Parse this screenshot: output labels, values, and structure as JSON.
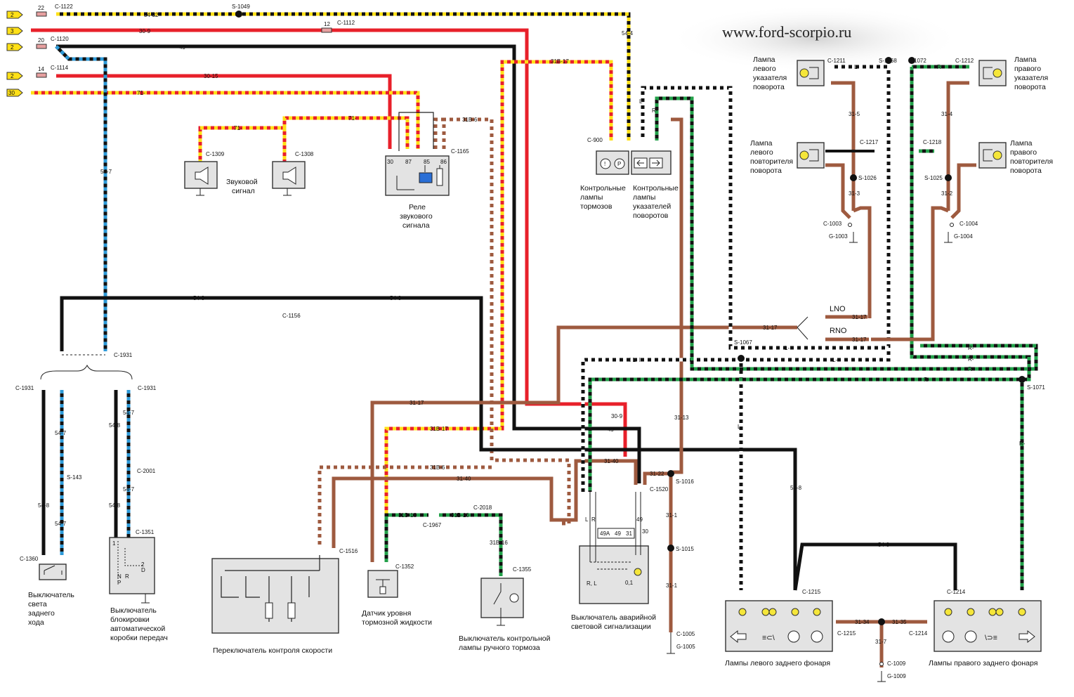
{
  "website": "www.ford-scorpio.ru",
  "fuses": [
    {
      "box": "2",
      "fuse": "22",
      "connector": "C-1122",
      "wire": "54-32"
    },
    {
      "box": "3",
      "fuse": "",
      "connector": "",
      "wire": "30-9"
    },
    {
      "box": "2",
      "fuse": "20",
      "connector": "C-1120",
      "wire": "49-"
    },
    {
      "box": "2",
      "fuse": "14",
      "connector": "C-1114",
      "wire": "30-15"
    },
    {
      "box": "30",
      "fuse": "",
      "connector": "",
      "wire": "71-"
    }
  ],
  "inline_fuse": {
    "fuse": "12",
    "connector": "C-1112"
  },
  "splices": [
    "S-1049",
    "S-1068",
    "S-1072",
    "S-1026",
    "S-1025",
    "S-1067",
    "S-1071",
    "S-1016",
    "S-1015",
    "S-143"
  ],
  "wire_labels": {
    "w54_7": "54-7",
    "w54_4": "54-4",
    "w31B_17": "31B-17",
    "w71": "71-",
    "w31B_6": "31B-6",
    "w54_8": "54-8",
    "w31_17": "31-17",
    "w31_40": "31-40",
    "w30_9": "30-9",
    "w49": "49-",
    "w31_13": "31-13",
    "w31_22": "31-22",
    "w31_1": "31-1",
    "w31B_16": "31B-16",
    "w31_5": "31-5",
    "w31_3": "31-3",
    "w31_4": "31-4",
    "w31_2": "31-2",
    "w31_34": "31-34",
    "w31_35": "31-35",
    "w31_7": "31-7",
    "L": "L-",
    "R": "R-",
    "LI": "I L- I",
    "LNO": "LNO",
    "RNO": "RNO"
  },
  "connectors": {
    "c1309": "C-1309",
    "c1308": "C-1308",
    "c1165": "C-1165",
    "c900": "C-900",
    "c1211": "C-1211",
    "c1212": "C-1212",
    "c1217": "C-1217",
    "c1218": "C-1218",
    "c1003": "C-1003",
    "g1003": "G-1003",
    "c1004": "C-1004",
    "g1004": "G-1004",
    "c1156": "C-1156",
    "c1931": "C-1931",
    "c2001": "C-2001",
    "c1351": "C-1351",
    "c1360": "C-1360",
    "c1516": "C-1516",
    "c1352": "C-1352",
    "c1967": "C-1967",
    "c2018": "C-2018",
    "c1355": "C-1355",
    "c1520": "C-1520",
    "c1005": "C-1005",
    "g1005": "G-1005",
    "c1215": "C-1215",
    "c1214": "C-1214",
    "c1009": "C-1009",
    "g1009": "G-1009"
  },
  "relay_pins": [
    "30",
    "87",
    "85",
    "86"
  ],
  "hazard_pins": [
    "49A",
    "49",
    "31"
  ],
  "hazard_wires": [
    "L",
    "R",
    "49",
    "30"
  ],
  "components": {
    "horn_line1": "Звуковой",
    "horn_line2": "сигнал",
    "relay": [
      "Реле",
      "звукового",
      "сигнала"
    ],
    "brake_lamps": [
      "Контрольные",
      "лампы",
      "тормозов"
    ],
    "turn_lamps": [
      "Контрольные",
      "лампы",
      "указателей",
      "поворотов"
    ],
    "left_indicator": [
      "Лампа",
      "левого",
      "указателя",
      "поворота"
    ],
    "right_indicator": [
      "Лампа",
      "правого",
      "указателя",
      "поворота"
    ],
    "left_repeater": [
      "Лампа",
      "левого",
      "повторителя",
      "поворота"
    ],
    "right_repeater": [
      "Лампа",
      "правого",
      "повторителя",
      "поворота"
    ],
    "reverse_switch": [
      "Выключатель",
      "света",
      "заднего",
      "хода"
    ],
    "inhibitor_switch": [
      "Выключатель",
      "блокировки",
      "автоматической",
      "коробки передач"
    ],
    "speed_control": "Переключатель контроля скорости",
    "brake_fluid": [
      "Датчик уровня",
      "тормозной жидкости"
    ],
    "handbrake": [
      "Выключатель контрольной",
      "лампы ручного тормоза"
    ],
    "hazard_switch": [
      "Выключатель аварийной",
      "световой сигнализации"
    ],
    "left_tail": "Лампы левого заднего фонаря",
    "right_tail": "Лампы правого заднего фонаря"
  },
  "gear_letters": [
    "P",
    "R",
    "N",
    "D",
    "2",
    "1"
  ],
  "colors": {
    "red": "#e8202a",
    "yellow": "#ffe017",
    "black": "#111111",
    "blue": "#2e9ad8",
    "brown": "#9e5a3f",
    "green": "#23a04a",
    "white": "#ffffff"
  }
}
